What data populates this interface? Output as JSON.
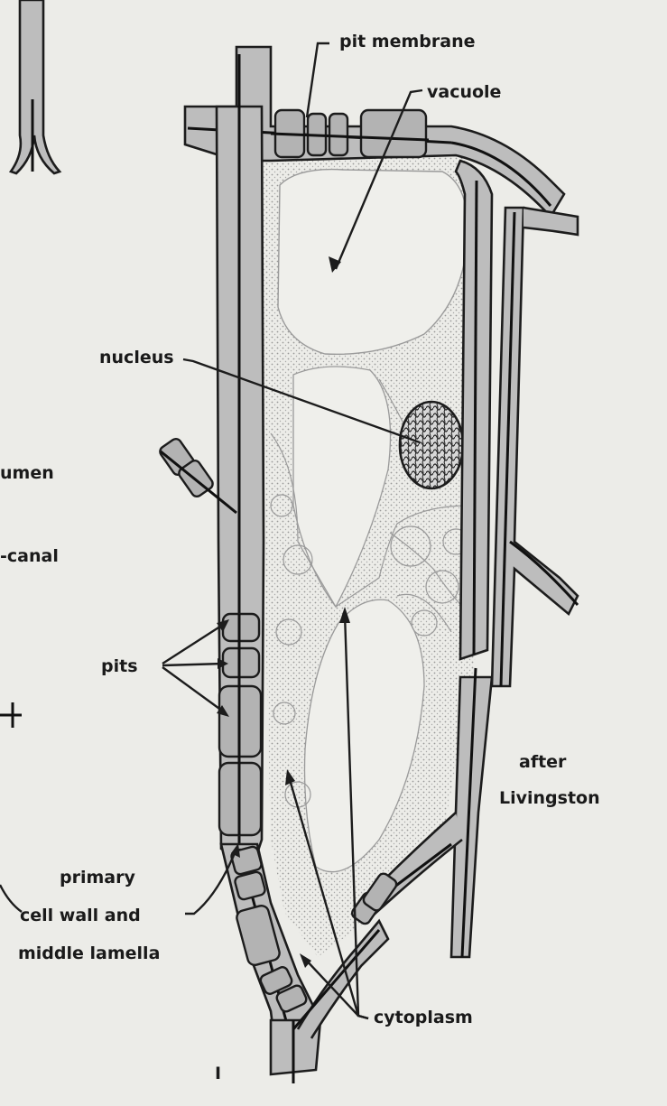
{
  "labels": {
    "pit_membrane": "pit membrane",
    "vacuole": "vacuole",
    "nucleus": "nucleus",
    "umen": "umen",
    "canal": "-canal",
    "pits": "pits",
    "after": "after",
    "livingston": "Livingston",
    "primary": "primary",
    "cell_wall_and": "cell wall and",
    "middle_lamella": "middle lamella",
    "cytoplasm": "cytoplasm",
    "figure_mark": "I"
  },
  "colors": {
    "wall_fill": "#bdbdbd",
    "ink": "#1c1c1c",
    "background": "#ecece8",
    "cytoplasm_stipple": "#8a8a8a"
  }
}
